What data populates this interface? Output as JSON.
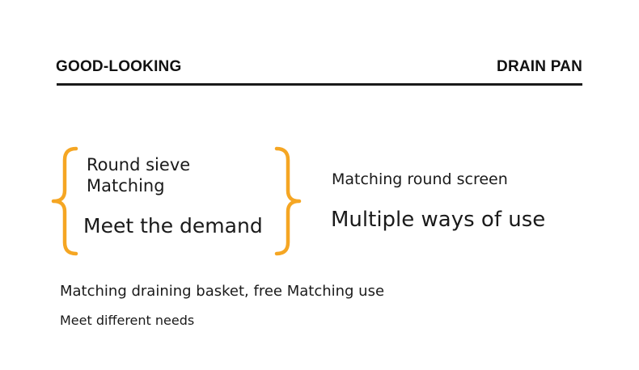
{
  "header": {
    "left_title": "GOOD-LOOKING",
    "right_title": "DRAIN PAN"
  },
  "feature": {
    "line1": "Round sieve",
    "line2": "Matching",
    "demand": "Meet the demand",
    "matching": "Matching round screen",
    "multiple": "Multiple ways of use"
  },
  "footer": {
    "line1": "Matching draining basket, free Matching use",
    "line2": "Meet different needs"
  },
  "colors": {
    "accent": "#f5a623",
    "text": "#1a1a1a"
  }
}
